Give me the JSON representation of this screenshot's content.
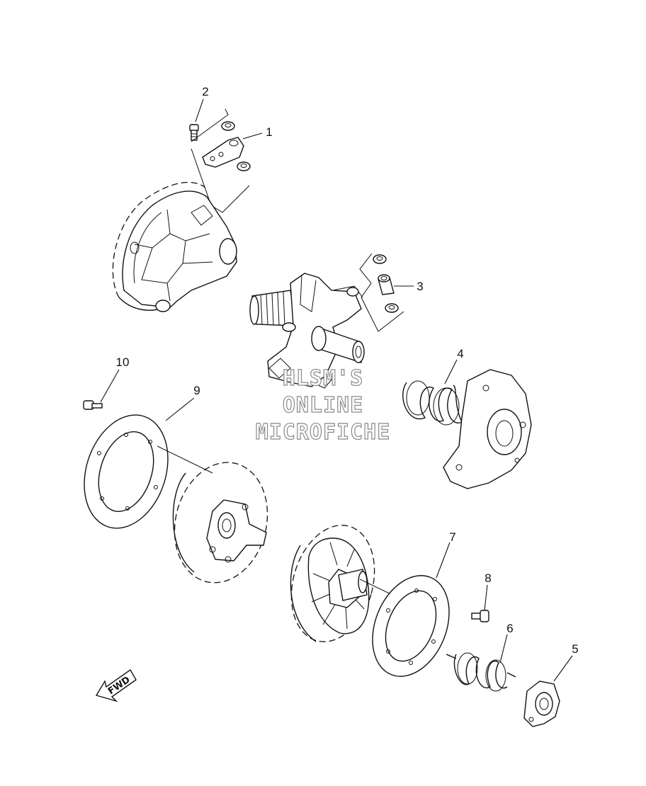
{
  "callouts": {
    "c1": "1",
    "c2": "2",
    "c3": "3",
    "c4": "4",
    "c5": "5",
    "c6": "6",
    "c7": "7",
    "c8": "8",
    "c9": "9",
    "c10": "10"
  },
  "watermark": {
    "line1": "HLSM'S",
    "line2": "ONLINE",
    "line3": "MICROFICHE"
  },
  "fwd_label": "FWD"
}
